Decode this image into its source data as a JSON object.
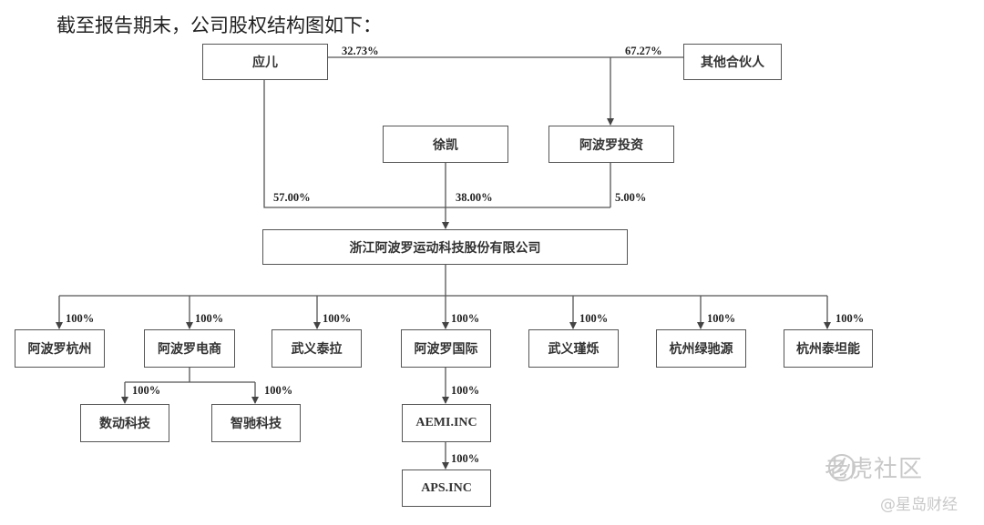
{
  "intro": "截至报告期末，公司股权结构图如下：",
  "nodes": {
    "yinger": "应儿",
    "other_partners": "其他合伙人",
    "xukai": "徐凯",
    "apollo_invest": "阿波罗投资",
    "company": "浙江阿波罗运动科技股份有限公司",
    "apollo_hangzhou": "阿波罗杭州",
    "apollo_ecommerce": "阿波罗电商",
    "wuyi_taila": "武义泰拉",
    "apollo_intl": "阿波罗国际",
    "wuyi_jinshuo": "武义瑾烁",
    "hangzhou_lvchiyuan": "杭州绿驰源",
    "hangzhou_taitanneng": "杭州泰坦能",
    "shudong": "数动科技",
    "zhichi": "智驰科技",
    "aemi": "AEMI.INC",
    "aps": "APS.INC"
  },
  "percentages": {
    "yinger_to_invest": "32.73%",
    "others_to_invest": "67.27%",
    "yinger_to_company": "57.00%",
    "xukai_to_company": "38.00%",
    "invest_to_company": "5.00%",
    "sub_hangzhou": "100%",
    "sub_ecommerce": "100%",
    "sub_taila": "100%",
    "sub_intl": "100%",
    "sub_jinshuo": "100%",
    "sub_lvchiyuan": "100%",
    "sub_taitanneng": "100%",
    "sub_shudong": "100%",
    "sub_zhichi": "100%",
    "sub_aemi": "100%",
    "sub_aps": "100%"
  },
  "watermark": {
    "brand": "老虎社区",
    "source": "@星岛财经",
    "icon": "tiger-community-logo-icon"
  }
}
